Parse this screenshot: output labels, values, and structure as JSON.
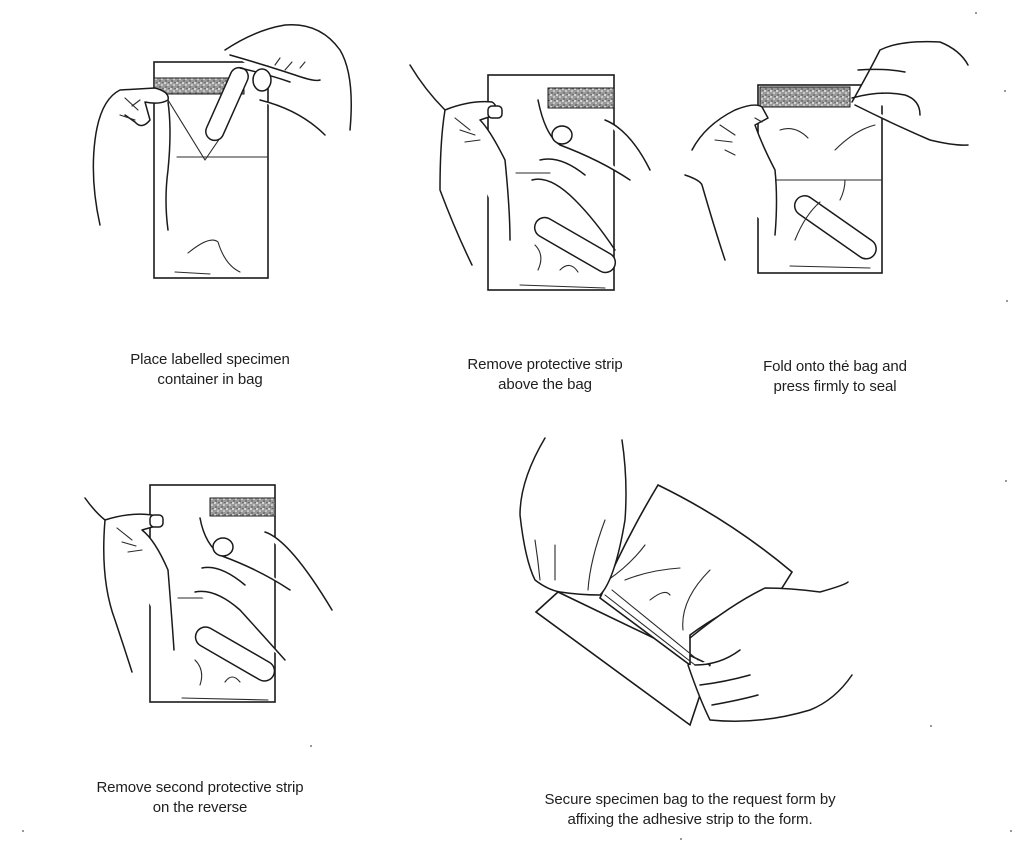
{
  "document": {
    "type": "instruction-sheet",
    "steps": [
      {
        "id": 1,
        "illustration": "hand-placing-tube-in-bag",
        "caption_lines": [
          "Place labelled specimen",
          "container in bag"
        ]
      },
      {
        "id": 2,
        "illustration": "hands-removing-protective-strip",
        "caption_lines": [
          "Remove protective strip",
          "above the bag"
        ]
      },
      {
        "id": 3,
        "illustration": "hands-folding-and-sealing-bag",
        "caption_lines": [
          "Fold onto the bag and",
          "press firmly to seal"
        ]
      },
      {
        "id": 4,
        "illustration": "hands-removing-second-strip",
        "caption_lines": [
          "Remove second protective strip",
          "on the reverse"
        ]
      },
      {
        "id": 5,
        "illustration": "hands-affixing-bag-to-form",
        "caption_lines": [
          "Secure specimen bag to the request form by",
          "affixing the adhesive strip to the form."
        ]
      }
    ]
  }
}
